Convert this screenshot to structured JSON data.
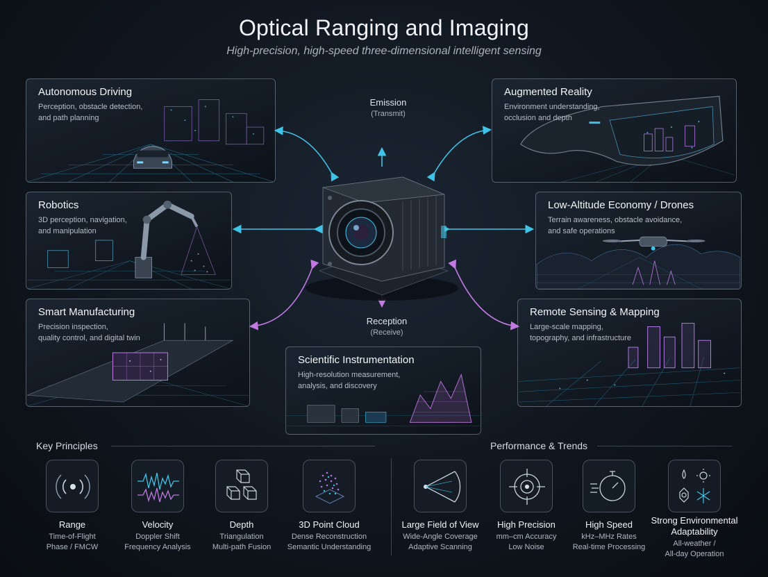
{
  "header": {
    "title": "Optical Ranging and Imaging",
    "subtitle": "High-precision, high-speed three-dimensional intelligent sensing"
  },
  "center": {
    "emission_label": "Emission",
    "emission_sub": "(Transmit)",
    "reception_label": "Reception",
    "reception_sub": "(Receive)"
  },
  "applications": [
    {
      "title": "Autonomous Driving",
      "desc": "Perception, obstacle detection,\nand path planning"
    },
    {
      "title": "Augmented Reality",
      "desc": "Environment understanding,\nocclusion and depth"
    },
    {
      "title": "Robotics",
      "desc": "3D perception, navigation,\nand manipulation"
    },
    {
      "title": "Low-Altitude Economy / Drones",
      "desc": "Terrain awareness, obstacle avoidance,\nand safe operations"
    },
    {
      "title": "Smart Manufacturing",
      "desc": "Precision inspection,\nquality control, and digital twin"
    },
    {
      "title": "Remote Sensing & Mapping",
      "desc": "Large-scale mapping,\ntopography, and infrastructure"
    },
    {
      "title": "Scientific Instrumentation",
      "desc": "High-resolution measurement,\nanalysis, and discovery"
    }
  ],
  "principles": {
    "heading": "Key Principles",
    "items": [
      {
        "title": "Range",
        "desc": "Time-of-Flight\nPhase / FMCW",
        "icon": "range-icon"
      },
      {
        "title": "Velocity",
        "desc": "Doppler Shift\nFrequency Analysis",
        "icon": "waveform-icon"
      },
      {
        "title": "Depth",
        "desc": "Triangulation\nMulti-path Fusion",
        "icon": "cubes-icon"
      },
      {
        "title": "3D Point Cloud",
        "desc": "Dense Reconstruction\nSemantic Understanding",
        "icon": "point-cloud-icon"
      }
    ]
  },
  "trends": {
    "heading": "Performance & Trends",
    "items": [
      {
        "title": "Large Field of View",
        "desc": "Wide-Angle Coverage\nAdaptive Scanning",
        "icon": "field-of-view-icon"
      },
      {
        "title": "High Precision",
        "desc": "mm–cm Accuracy\nLow Noise",
        "icon": "crosshair-icon"
      },
      {
        "title": "High Speed",
        "desc": "kHz–MHz Rates\nReal-time Processing",
        "icon": "stopwatch-icon"
      },
      {
        "title": "Strong Environmental Adaptability",
        "desc": "All-weather /\nAll-day Operation",
        "icon": "weather-icon"
      }
    ]
  },
  "colors": {
    "emission": "#3fc4e8",
    "reception": "#c07ae0",
    "background": "#10161e"
  }
}
